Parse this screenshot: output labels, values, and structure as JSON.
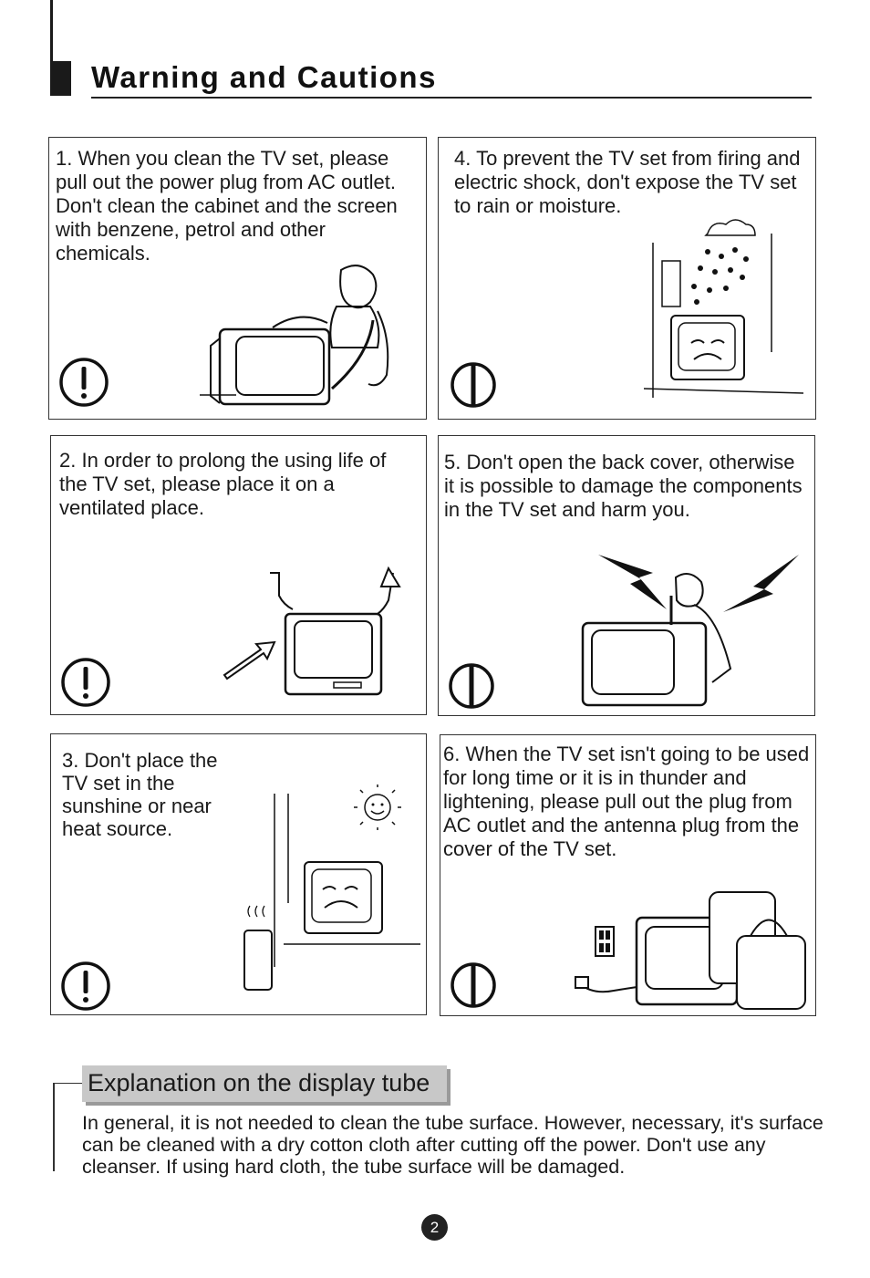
{
  "page": {
    "title": "Warning and Cautions",
    "page_number": "2"
  },
  "cautions": [
    {
      "text": "1. When you clean the TV set, please pull out the power plug from AC outlet. Don't  clean the  cabinet and the screen  with benzene, petrol and other chemicals.",
      "symbol": "exclamation-icon"
    },
    {
      "text": "4. To prevent the TV set from firing and electric shock, don't expose the TV set to rain or moisture.",
      "symbol": "prohibition-icon"
    },
    {
      "text": "2. In order to prolong the using life of the TV set, please place it on a ventilated place.",
      "symbol": "exclamation-icon"
    },
    {
      "text": "5. Don't open the back cover, otherwise it is possible to damage the components in the TV set and harm you.",
      "symbol": "prohibition-icon"
    },
    {
      "text": "3. Don't place the TV set in the sunshine or near heat source.",
      "symbol": "exclamation-icon"
    },
    {
      "text": "6. When the TV set isn't going to be used for long time or it is in thunder and lightening, please pull out the plug from AC outlet and the antenna plug from the cover of the TV set.",
      "symbol": "prohibition-icon"
    }
  ],
  "explanation": {
    "heading": "Explanation on the display tube",
    "body": "In general, it is not needed to clean the tube surface. However, necessary, it's surface can be cleaned with a dry cotton cloth after cutting off the power. Don't use any cleanser. If using hard cloth, the tube surface will be damaged."
  }
}
